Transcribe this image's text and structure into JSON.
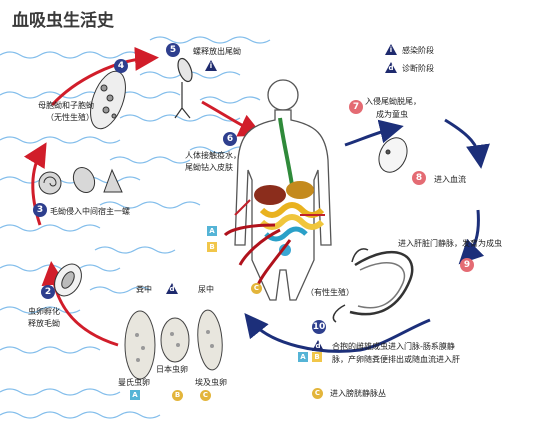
{
  "title": "血吸虫生活史",
  "legend": {
    "infective": {
      "symbol": "i",
      "label": "感染阶段"
    },
    "diagnostic": {
      "symbol": "d",
      "label": "诊断阶段"
    }
  },
  "steps": {
    "s2": {
      "num": "2",
      "text": [
        "虫卵孵化",
        "释放毛蚴"
      ]
    },
    "s3": {
      "num": "3",
      "text": [
        "毛蚴侵入中间宿主一螺"
      ]
    },
    "s4": {
      "num": "4",
      "text": [
        "母胞蚴和子胞蚴",
        "（无性生殖）"
      ]
    },
    "s5": {
      "num": "5",
      "text": [
        "螺释放出尾蚴"
      ]
    },
    "s6": {
      "num": "6",
      "text": [
        "人体接触疫水，",
        "尾蚴钻入皮肤"
      ]
    },
    "s7": {
      "num": "7",
      "text": [
        "入侵尾蚴脱尾，",
        "成为童虫"
      ]
    },
    "s8": {
      "num": "8",
      "text": [
        "进入血流"
      ]
    },
    "s9": {
      "num": "9",
      "text": [
        "进入肝脏门静脉，发育为成虫"
      ]
    },
    "s10": {
      "num": "10",
      "text": [
        "合抱的雌雄成虫进入门脉-肠系膜静",
        "脉，产卵随粪便排出或随血流进入肝"
      ]
    }
  },
  "eggs": {
    "stool": "粪中",
    "urine": "尿中",
    "mansoni": "曼氏虫卵",
    "japonicum": "日本虫卵",
    "haematobium": "埃及虫卵"
  },
  "sexual": "（有性生殖）",
  "letters": {
    "a": "A",
    "b": "B",
    "c": "C"
  },
  "bladder": "进入膀胱静脉丛",
  "icons": [
    "snail-icon",
    "sporocyst-icon",
    "cercaria-icon",
    "miracidium-icon",
    "egg-icon",
    "adult-worm-icon",
    "schistosomula-icon",
    "human-body-icon"
  ]
}
